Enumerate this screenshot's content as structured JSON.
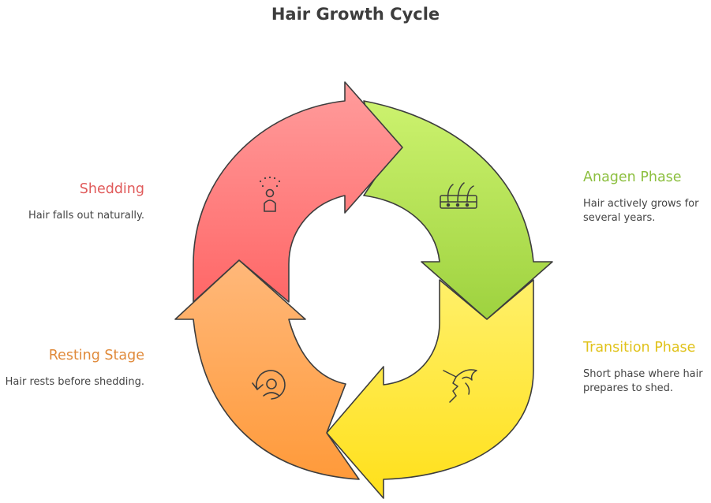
{
  "title": "Hair Growth Cycle",
  "stages": [
    {
      "id": "shedding",
      "heading": "Shedding",
      "description": "Hair falls out naturally.",
      "color": "#e05a5a",
      "icon": "shower-person-icon"
    },
    {
      "id": "anagen",
      "heading": "Anagen Phase",
      "description_lines": [
        "Hair actively grows for",
        "several years."
      ],
      "color": "#8cbf3f",
      "icon": "hair-follicles-icon"
    },
    {
      "id": "transition",
      "heading": "Transition Phase",
      "description_lines": [
        "Short phase where hair",
        "prepares to shed."
      ],
      "color": "#e0c21a",
      "icon": "face-profile-hair-icon"
    },
    {
      "id": "resting",
      "heading": "Resting Stage",
      "description": "Hair rests before shedding.",
      "color": "#e08a3a",
      "icon": "rest-cycle-head-icon"
    }
  ],
  "colors": {
    "red_top": "#ff9c9c",
    "red_bottom": "#ff6767",
    "green_top": "#ccf26e",
    "green_bottom": "#9ed23f",
    "yellow_top": "#fff06a",
    "yellow_bottom": "#ffe01a",
    "orange_top": "#ffb87a",
    "orange_bottom": "#ff9a3a"
  }
}
